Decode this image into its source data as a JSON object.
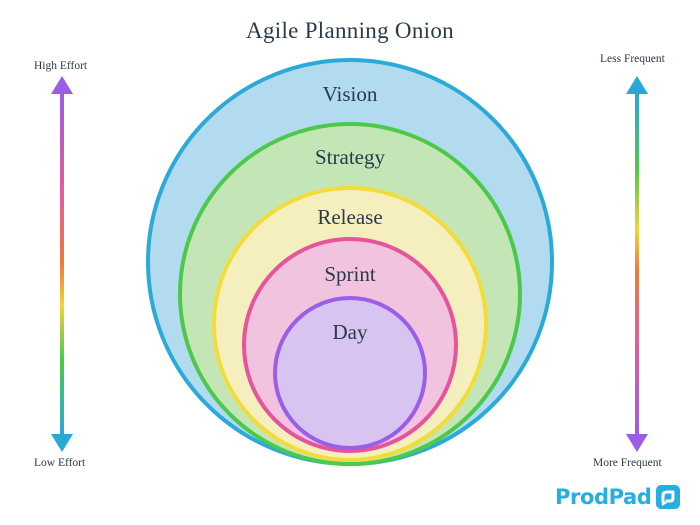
{
  "title": "Agile Planning Onion",
  "left_axis": {
    "top_label": "High Effort",
    "bottom_label": "Low Effort"
  },
  "right_axis": {
    "top_label": "Less Frequent",
    "bottom_label": "More Frequent"
  },
  "layers": [
    {
      "label": "Vision",
      "fill": "#b3dbef",
      "stroke": "#2aaad9"
    },
    {
      "label": "Strategy",
      "fill": "#c4e6b6",
      "stroke": "#4cc94a"
    },
    {
      "label": "Release",
      "fill": "#f4efbd",
      "stroke": "#f2dc3a"
    },
    {
      "label": "Sprint",
      "fill": "#f2c3df",
      "stroke": "#e6549c"
    },
    {
      "label": "Day",
      "fill": "#d8c4f0",
      "stroke": "#9a5fe6"
    }
  ],
  "logo": {
    "text": "ProdPad",
    "color": "#25aee0"
  },
  "gradient_colors": [
    "#9b5de5",
    "#e65c9c",
    "#f0d43a",
    "#4cc94a",
    "#29a8d8"
  ]
}
